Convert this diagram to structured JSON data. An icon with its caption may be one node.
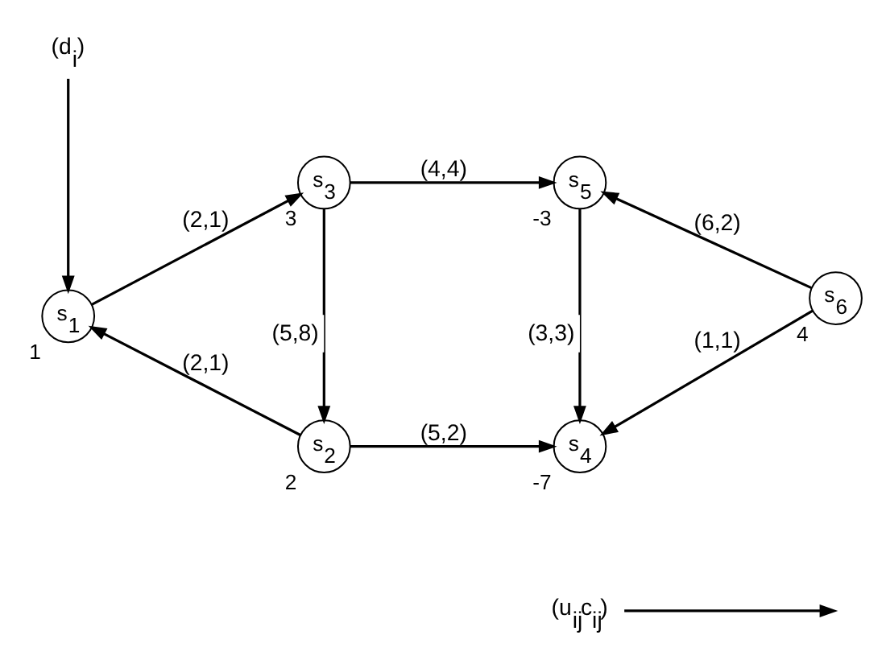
{
  "diagram": {
    "nodes": [
      {
        "text": [
          "(u$_{ij}$c$_{ij}$)"
        ]
      },
      {
        "text": [
          "(d$_{i}$)"
        ]
      },
      {
        "text": [
          "s$_{1}$"
        ],
        "beside": [
          "1"
        ]
      },
      {
        "text": [
          "s$_{2}$"
        ],
        "beside": [
          "2"
        ]
      },
      {
        "text": [
          "s$_{3}$"
        ],
        "beside": [
          "3"
        ]
      },
      {
        "text": [
          "s$_{4}$"
        ],
        "beside": [
          "-7"
        ]
      },
      {
        "text": [
          "s$_{5}$"
        ],
        "beside": [
          "-3"
        ]
      },
      {
        "text": [
          "s$_{6}$"
        ],
        "beside": [
          "4"
        ]
      }
    ],
    "edges": [
      {
        "from": 0,
        "to": null,
        "arrow": "to"
      },
      {
        "from": 1,
        "to": 2,
        "arrow": "to"
      },
      {
        "from": 3,
        "to": 2,
        "arrow": "to",
        "label": "(2,1)"
      },
      {
        "from": 3,
        "to": 5,
        "arrow": "to",
        "label": "(5,2)"
      },
      {
        "from": 2,
        "to": 4,
        "arrow": "to",
        "label": "(2,1)"
      },
      {
        "from": 4,
        "to": 3,
        "arrow": "to",
        "label": "(5,8)"
      },
      {
        "from": 6,
        "to": 5,
        "arrow": "to",
        "label": "(3,3)"
      },
      {
        "from": 7,
        "to": 5,
        "arrow": "to",
        "label": "(1,1)"
      },
      {
        "from": 4,
        "to": 6,
        "arrow": "to",
        "label": "(4,4)"
      },
      {
        "from": 7,
        "to": 6,
        "arrow": "to",
        "label": "(6,2)"
      }
    ]
  }
}
